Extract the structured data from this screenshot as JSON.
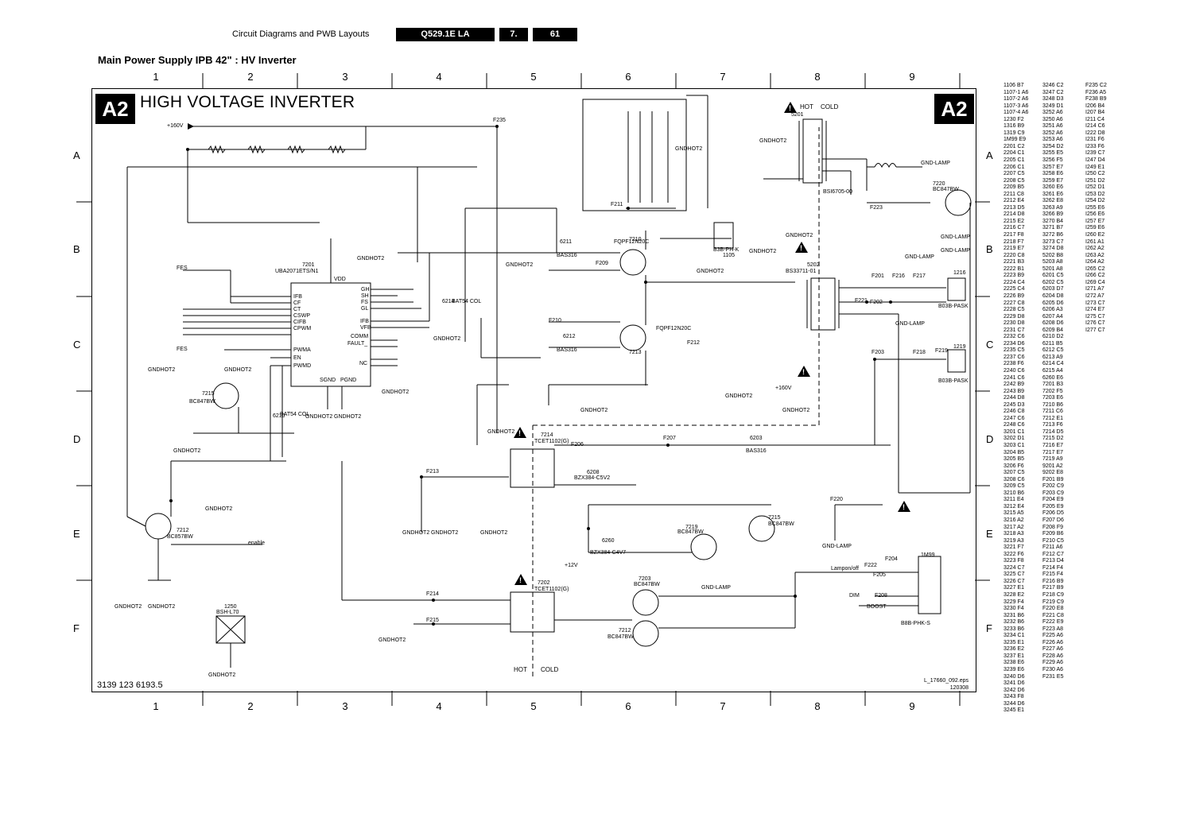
{
  "header": {
    "section": "Circuit Diagrams and PWB Layouts",
    "chassis": "Q529.1E LA",
    "chapter": "7.",
    "page": "61"
  },
  "subtitle": "Main Power Supply IPB 42\" : HV Inverter",
  "sheet": {
    "badge": "A2",
    "title": "HIGH VOLTAGE INVERTER",
    "doc_number": "3139 123 6193.5",
    "file_ref_1": "L_17660_092.eps",
    "file_ref_2": "120308"
  },
  "grid": {
    "columns": [
      "1",
      "2",
      "3",
      "4",
      "5",
      "6",
      "7",
      "8",
      "9"
    ],
    "rows": [
      "A",
      "B",
      "C",
      "D",
      "E",
      "F"
    ]
  },
  "labels": {
    "hot": "HOT",
    "cold": "COLD",
    "v160": "+160V",
    "v12": "+12V",
    "gndhot": "GNDHOT2",
    "gndlamp": "GND-LAMP",
    "ic7201": "7201",
    "ic7201_type": "UBA2071ETS/N1",
    "vdd": "VDD",
    "ifb": "IFB",
    "cf": "CF",
    "ct": "CT",
    "cswp": "CSWP",
    "cifb": "CIFB",
    "cpwm": "CPWM",
    "pwma": "PWMA",
    "en": "EN",
    "pwmd": "PWMD",
    "sgnd": "SGND",
    "pgnd": "PGND",
    "gh": "GH",
    "sh": "SH",
    "fs": "FS",
    "gl": "GL",
    "ifb2": "IFB",
    "vfb": "VFB",
    "comm": "COMM",
    "fault": "FAULT_",
    "nc": "NC",
    "t5201": "5201",
    "t5201_type": "BSI6705-00",
    "t5202": "5202",
    "t5202_type": "BS33711-01",
    "q7210": "7210",
    "q7210_type": "FQPF12N20C",
    "q7213": "7213",
    "q7213_type": "FQPF12N20C",
    "q7215": "7215",
    "q7215_type": "BC847BW",
    "q7212": "7212",
    "q7212_type": "BC857BW",
    "q7214": "7214",
    "q7214_type": "TCET1102(G)",
    "q7202": "7202",
    "q7202_type": "TCET1102(G)",
    "q7219": "7219",
    "q7219_type": "BC847BW",
    "q7215b": "7215",
    "q7215b_type": "BC847BW",
    "q7203": "7203",
    "q7203_type": "BC847BW",
    "q7212b": "7212",
    "q7212b_type": "BC847BW",
    "q7220": "7220",
    "q7220_type": "BC847BW",
    "conn1216": "1216",
    "conn1216_type": "B03B-PASK",
    "conn1219": "1219",
    "conn1219_type": "B03B-PASK",
    "conn1m99": "1M99",
    "conn1m99_type": "B8B-PHK-S",
    "conn1105": "1105",
    "conn1105_type": "B3B-PH-K",
    "lampon": "Lampon/off",
    "dim": "DIM",
    "boost": "BOOST",
    "enable": "enable",
    "coil1250": "1250",
    "coil1250_type": "BSH-L70",
    "f235": "F235",
    "f211": "F211",
    "f221": "F221",
    "f223": "F223",
    "f201": "F201",
    "f202": "F202",
    "f216": "F216",
    "f217": "F217",
    "f218": "F218",
    "f219": "F219",
    "f203": "F203",
    "f206": "F206",
    "f207": "F207",
    "f213": "F213",
    "f214": "F214",
    "f215": "F215",
    "f220": "F220",
    "f222": "F222",
    "f204": "F204",
    "f205": "F205",
    "f208": "F208",
    "f209": "F209",
    "f210": "F210",
    "f212": "F212",
    "fes": "FES",
    "d6203": "6203",
    "d6203_type": "BAS316",
    "d6208": "6208",
    "d6208_type": "BZX384-C5V2",
    "d6260": "6260",
    "d6260_type": "BZX384-C4V7",
    "d6211": "6211",
    "d6211_type": "BAS316",
    "d6212": "6212",
    "d6212_type": "BAS316",
    "d6210": "6210",
    "d6210_type": "BAT54 COL",
    "d6214": "6214",
    "d6214_type": "BAT54 COL"
  },
  "xref": {
    "col1": "1106 B7\n1107-1 A6\n1107-2 A6\n1107-3 A6\n1107-4 A6\n1230 F2\n1316 B9\n1319 C9\n1M99 E9\n2201 C2\n2204 C1\n2205 C1\n2206 C1\n2207 C5\n2208 C5\n2209 B5\n2211 C8\n2212 E4\n2213 D5\n2214 D8\n2215 E2\n2216 C7\n2217 F8\n2218 F7\n2219 E7\n2220 C8\n2221 B3\n2222 B1\n2223 B9\n2224 C4\n2225 C4\n2226 B9\n2227 C8\n2228 C5\n2229 D8\n2230 D8\n2231 C7\n2232 C6\n2234 D6\n2235 C5\n2237 C6\n2238 F6\n2240 C6\n2241 C6\n2242 B9\n2243 B9\n2244 D8\n2245 D3\n2246 C8\n2247 C6\n2248 C6\n3201 C1\n3202 D1\n3203 C1\n3204 B5\n3205 B5\n3206 F6\n3207 C5\n3208 C6\n3209 C5\n3210 B6\n3211 E4\n3212 E4\n3215 A5\n3216 A2\n3217 A2\n3218 A3\n3219 A3\n3221 F7\n3222 F6\n3223 F8\n3224 C7\n3225 C7\n3226 C7\n3227 E1\n3228 E2\n3229 F4\n3230 F4\n3231 B6\n3232 B6\n3233 B6\n3234 C1\n3235 E1\n3236 E2\n3237 E1\n3238 E6\n3239 E6\n3240 D6\n3241 D6\n3242 D6\n3243 F8\n3244 D6\n3245 E1",
    "col2": "3246 C2\n3247 C2\n3248 D3\n3249 D1\n3252 A6\n3250 A6\n3251 A6\n3252 A6\n3253 A6\n3254 D2\n3255 E5\n3256 F5\n3257 E7\n3258 E6\n3259 E7\n3260 E6\n3261 E6\n3262 E8\n3263 A9\n3266 B9\n3270 B4\n3271 B7\n3272 B6\n3273 C7\n3274 D8\n5202 B8\n5203 A8\n5201 A8\n6201 C5\n6202 C5\n6203 D7\n6204 D8\n6205 D6\n6206 A3\n6207 A4\n6208 D6\n6209 B4\n6210 D2\n6211 B5\n6212 C5\n6213 A9\n6214 C4\n6215 A4\n6260 E6\n7201 B3\n7202 F5\n7203 E6\n7210 B6\n7211 C6\n7212 E1\n7213 F6\n7214 D5\n7215 D2\n7216 E7\n7217 E7\n7219 A9\n9201 A2\n9202 E8\nF201 B9\nF202 C9\nF203 C9\nF204 E9\nF205 E9\nF206 D5\nF207 D6\nF208 F9\nF209 B6\nF210 C5\nF211 A6\nF212 C7\nF213 D4\nF214 F4\nF215 F4\nF216 B9\nF217 B9\nF218 C9\nF219 C9\nF220 E8\nF221 C8\nF222 E9\nF223 A8\nF225 A6\nF226 A6\nF227 A6\nF228 A6\nF229 A6\nF230 A6\nF231 E5",
    "col3": "F235 C2\nF236 A5\nF238 B9\nI206 B4\nI207 B4\nI211 C4\nI214 C6\nI222 D8\nI231 F6\nI233 F6\nI239 C7\nI247 D4\nI249 E1\nI250 C2\nI251 D2\nI252 D1\nI253 D2\nI254 D2\nI255 E6\nI256 E6\nI257 E7\nI259 E6\nI260 E2\nI261 A1\nI262 A2\nI263 A2\nI264 A2\nI265 C2\nI266 C2\nI269 C4\nI271 A7\nI272 A7\nI273 C7\nI274 E7\nI275 C7\nI276 C7\nI277 C7"
  }
}
